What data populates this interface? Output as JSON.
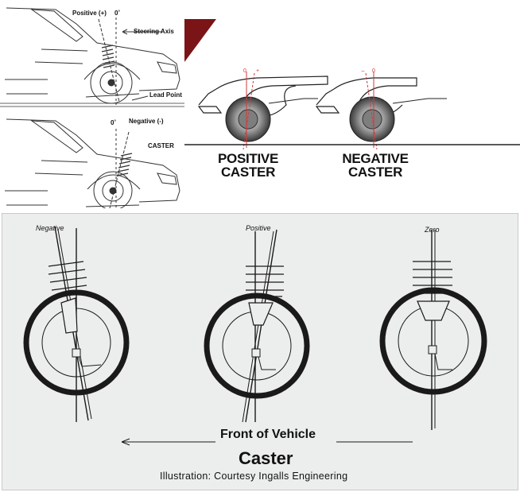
{
  "top_left": {
    "upper": {
      "positive_label": "Positive (+)",
      "zero_label": "0˚",
      "steering_axis_label": "Steering Axis",
      "lead_point_label": "Lead Point"
    },
    "lower": {
      "zero_label": "0˚",
      "negative_label": "Negative (-)",
      "caster_label": "CASTER"
    }
  },
  "top_right": {
    "positive": {
      "line1": "POSITIVE",
      "line2": "CASTER",
      "mark_plus": "+",
      "mark_zero": "0"
    },
    "negative": {
      "line1": "NEGATIVE",
      "line2": "CASTER",
      "mark_minus": "−",
      "mark_zero": "0"
    },
    "accent_color": "#7a1416",
    "axis_color": "#d23a3a"
  },
  "bottom": {
    "labels": {
      "negative": "Negative",
      "positive": "Positive",
      "zero": "Zero"
    },
    "direction_label": "Front of Vehicle",
    "title": "Caster",
    "credit": "Illustration: Courtesy Ingalls Engineering",
    "tire_color": "#1a1a1a"
  }
}
